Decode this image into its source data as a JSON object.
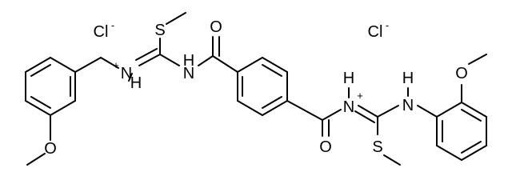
{
  "molecule": {
    "counterions": {
      "left": "Cl",
      "right": "Cl",
      "charge_minus": "-"
    },
    "labels": {
      "S_top": "S",
      "N_left_cation": "N",
      "N_left_plus": "+",
      "H_left_below": "H",
      "H_left_mid": "H",
      "N_amide_left": "N",
      "O_amide_left": "O",
      "O_amide_right": "O",
      "N_right_cation": "N",
      "N_right_plus": "+",
      "H_right_above": "H",
      "N_anilide": "N",
      "H_anilide": "H",
      "O_methoxy_right": "O",
      "S_bottom": "S",
      "O_methoxy_left": "O"
    }
  }
}
